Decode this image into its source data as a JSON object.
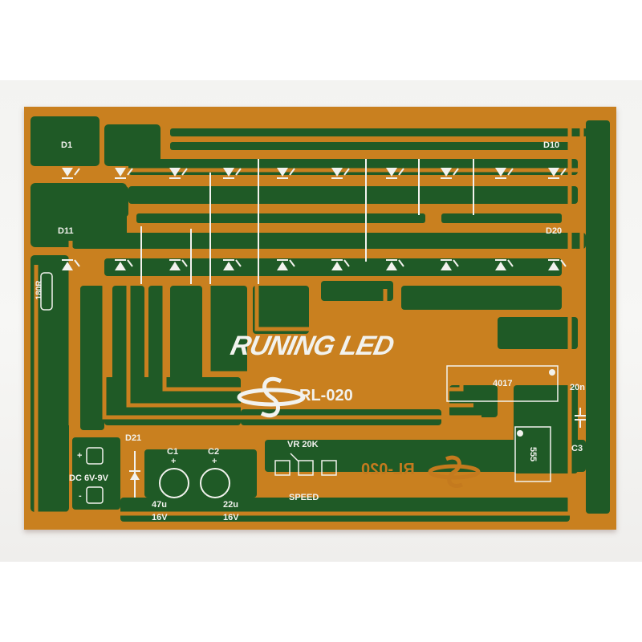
{
  "scene": {
    "background_color": "#f4f4f2",
    "board": {
      "substrate_color": "#1f5a26",
      "copper_color": "#c9801f",
      "silkscreen_color": "#f2f2ee"
    }
  },
  "board_title": "RUNING LED",
  "model_number": "RL-020",
  "model_number_mirrored": "RL-020",
  "leds_top_row": {
    "first_label": "D1",
    "last_label": "D10",
    "count": 10
  },
  "leds_bottom_row": {
    "first_label": "D11",
    "last_label": "D20",
    "count": 10
  },
  "components": {
    "resistor": "180R",
    "diode": "D21",
    "c1": {
      "label": "C1",
      "polarity": "+",
      "value": "47u",
      "voltage": "16V"
    },
    "c2": {
      "label": "C2",
      "polarity": "+",
      "value": "22u",
      "voltage": "16V"
    },
    "c3": {
      "label": "C3",
      "value": "20n"
    },
    "counter_ic": "4017",
    "timer_ic": "555",
    "potentiometer": {
      "label": "VR 20K",
      "function": "SPEED"
    },
    "power": {
      "label": "DC 6V-9V",
      "plus": "+",
      "minus": "-"
    }
  }
}
